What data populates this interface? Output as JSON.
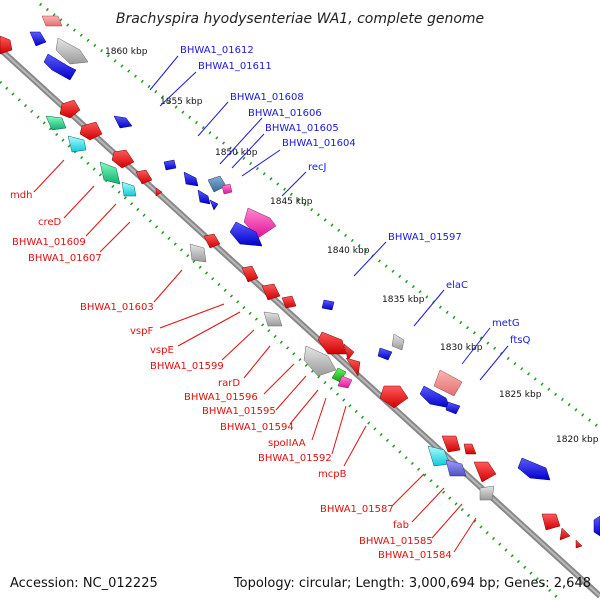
{
  "title": "Brachyspira hyodysenteriae WA1, complete genome",
  "footer": {
    "accession": "Accession: NC_012225",
    "topology": "Topology: circular; Length: 3,000,694 bp; Genes: 2,648"
  },
  "scale_labels": [
    "1860 kbp",
    "1855 kbp",
    "1850 kbp",
    "1845 kbp",
    "1840 kbp",
    "1835 kbp",
    "1830 kbp",
    "1825 kbp",
    "1820 kbp"
  ],
  "forward_genes": [
    "BHWA1_01612",
    "BHWA1_01611",
    "BHWA1_01608",
    "BHWA1_01606",
    "BHWA1_01605",
    "BHWA1_01604",
    "recJ",
    "BHWA1_01597",
    "elaC",
    "metG",
    "ftsQ"
  ],
  "reverse_genes": [
    "mdh",
    "creD",
    "BHWA1_01609",
    "BHWA1_01607",
    "BHWA1_01603",
    "vspF",
    "vspE",
    "BHWA1_01599",
    "rarD",
    "BHWA1_01596",
    "BHWA1_01595",
    "BHWA1_01594",
    "spoIIAA",
    "BHWA1_01592",
    "mcpB",
    "BHWA1_01587",
    "fab",
    "BHWA1_01585",
    "BHWA1_01584"
  ],
  "colors": {
    "forward_label": "#1a1adb",
    "reverse_label": "#dd1111",
    "backbone": "#7a7a7a",
    "tick": "#1f9a1f"
  }
}
